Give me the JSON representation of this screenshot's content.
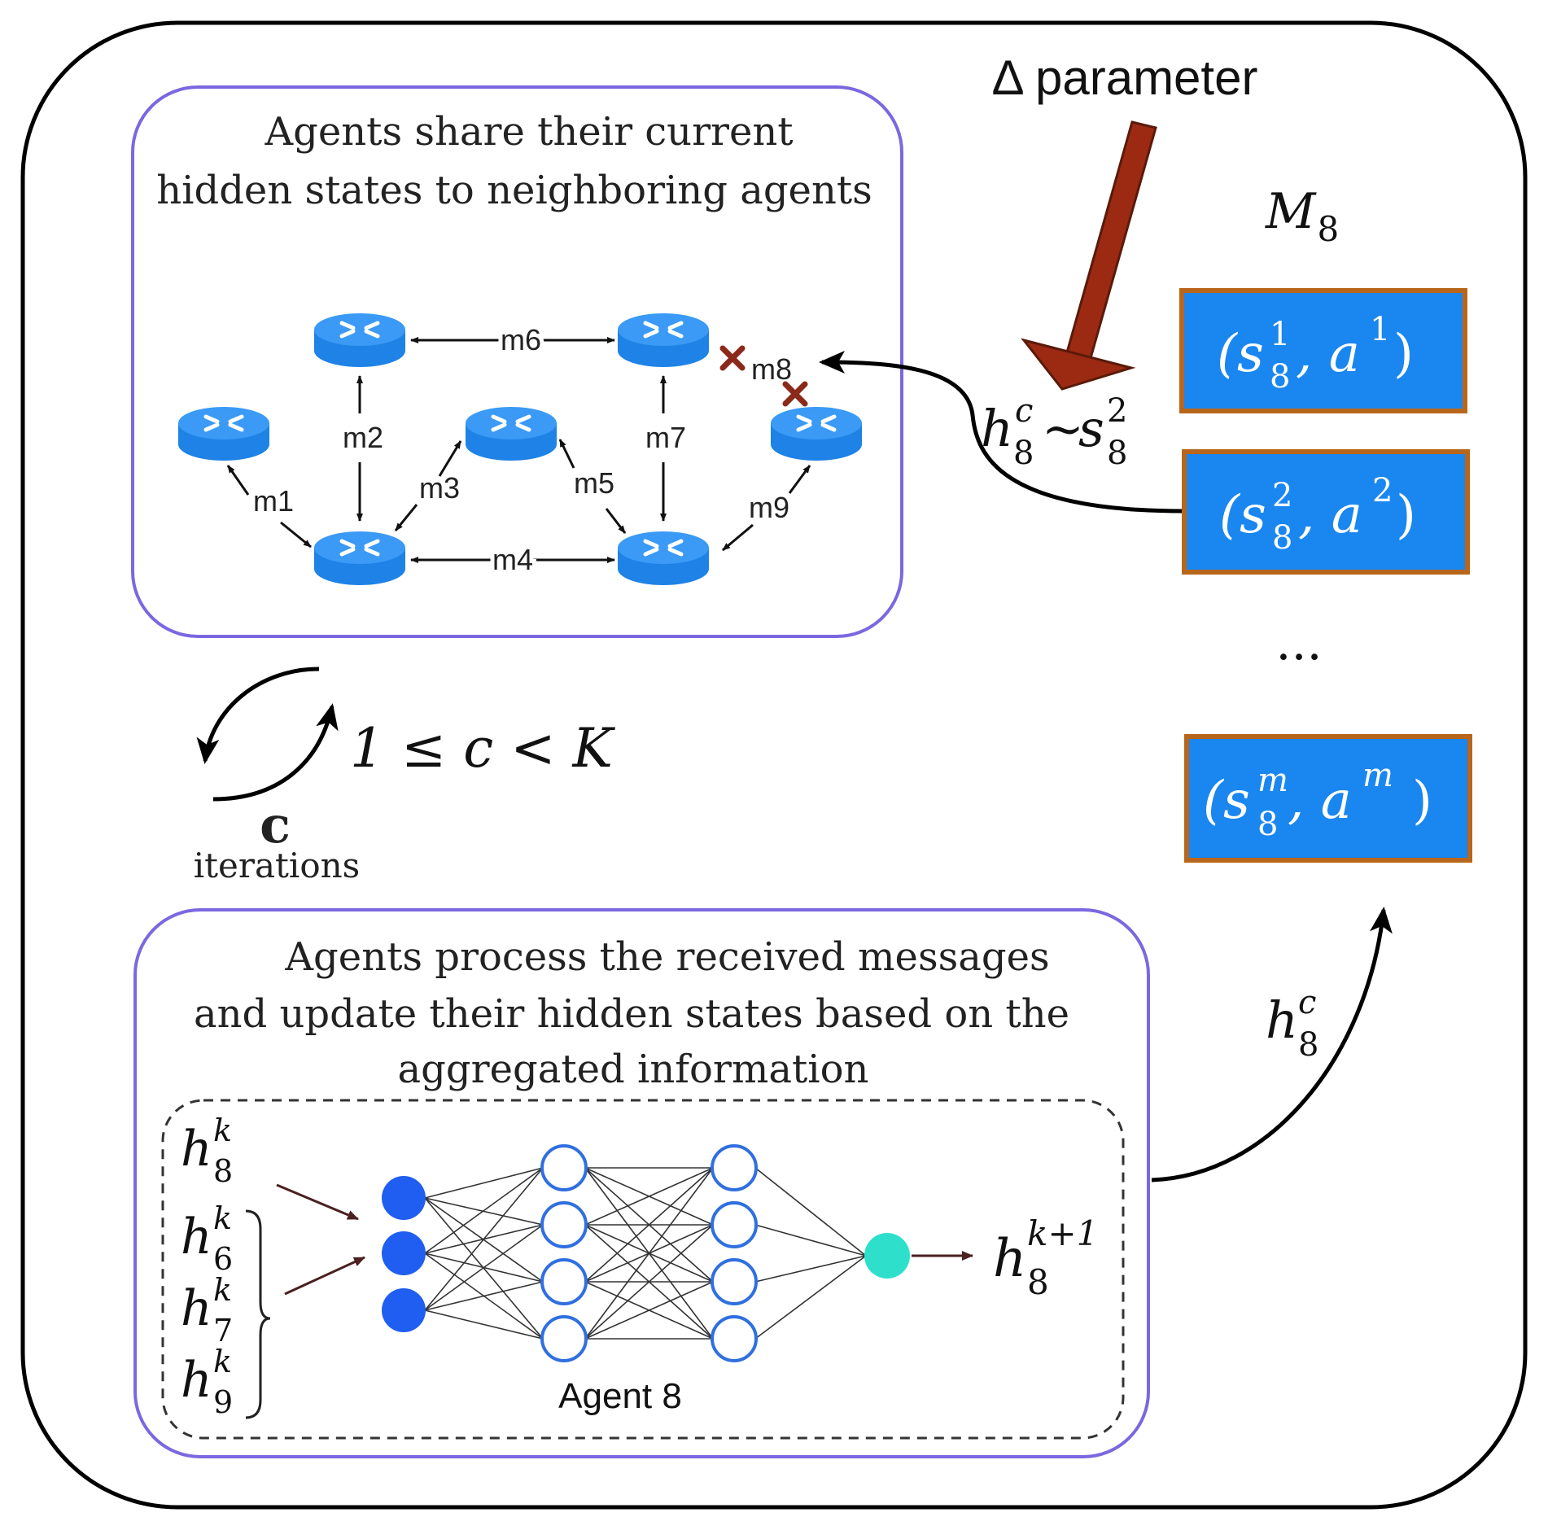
{
  "top_panel": {
    "title_line1": "Agents share their current",
    "title_line2": "hidden states to neighboring agents"
  },
  "network": {
    "links": [
      "m1",
      "m2",
      "m3",
      "m4",
      "m5",
      "m6",
      "m7",
      "m8",
      "m9"
    ]
  },
  "delta": {
    "label": "Δ parameter"
  },
  "memory": {
    "title_base": "M",
    "title_sub": "8",
    "ellipsis": "...",
    "entries": [
      {
        "s": "s",
        "sub": "8",
        "sup": "1",
        "a": "a",
        "a_sup": "1"
      },
      {
        "s": "s",
        "sub": "8",
        "sup": "2",
        "a": "a",
        "a_sup": "2"
      },
      {
        "s": "s",
        "sub": "8",
        "sup": "m",
        "a": "a",
        "a_sup": "m"
      }
    ],
    "colors": {
      "fill": "#1a86f0",
      "border": "#b8661b"
    }
  },
  "sample_eq": {
    "h": "h",
    "h_sub": "8",
    "h_sup": "c",
    "tilde": "~",
    "s": "s",
    "s_sub": "8",
    "s_sup": "2"
  },
  "loop": {
    "letter": "c",
    "caption": "iterations",
    "range": "1 ≤ c < K"
  },
  "feedback": {
    "h": "h",
    "h_sub": "8",
    "h_sup": "c"
  },
  "bottom_panel": {
    "title_line1": "Agents process the received messages",
    "title_line2": "and update their hidden states based on the",
    "title_line3": "aggregated information"
  },
  "nn": {
    "agent_label": "Agent 8",
    "inputs": [
      {
        "h": "h",
        "sub": "8",
        "sup": "k"
      },
      {
        "h": "h",
        "sub": "6",
        "sup": "k"
      },
      {
        "h": "h",
        "sub": "7",
        "sup": "k"
      },
      {
        "h": "h",
        "sub": "9",
        "sup": "k"
      }
    ],
    "output": {
      "h": "h",
      "sub": "8",
      "sup": "k+1"
    },
    "colors": {
      "input_node": "#1f5ef0",
      "output_node": "#2ee0cc",
      "hidden_stroke": "#2f6fe0"
    }
  },
  "colors": {
    "panel_border": "#7b68e0",
    "arrow_fill": "#9c2a12"
  }
}
